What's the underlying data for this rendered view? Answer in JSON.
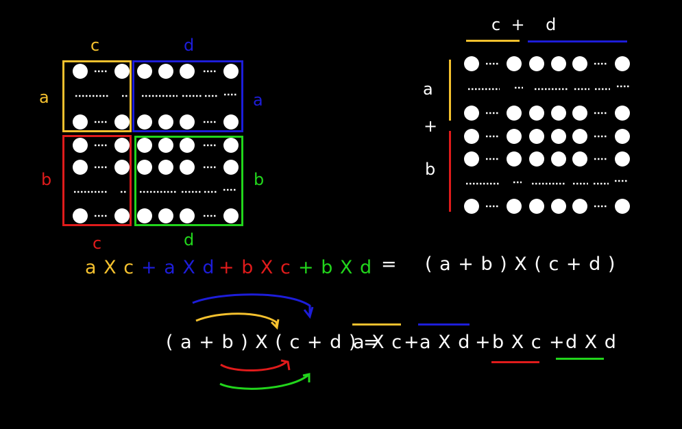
{
  "colors": {
    "yellow": "#f5c12e",
    "blue": "#1d1dd9",
    "red": "#e01b1b",
    "green": "#22d51c",
    "white": "#ffffff",
    "background": "#000000"
  },
  "grid_labels": {
    "top_c": "c",
    "top_d": "d",
    "left_a": "a",
    "left_b": "b",
    "right_a": "a",
    "right_b": "b",
    "bottom_c": "c",
    "bottom_d": "d"
  },
  "array_labels": {
    "c_plus_d": "c  +    d",
    "a": "a",
    "plus": "+",
    "b": "b"
  },
  "equation1": {
    "term_ac": "a X c",
    "term_ad": "+ a X d",
    "term_bc": "+ b X c",
    "term_bd": "+ b X d",
    "equals": "=",
    "rhs": "( a + b ) X ( c + d )"
  },
  "equation2": {
    "lhs": "( a + b ) X ( c + d ) =",
    "t1": "a X c",
    "p1": "+",
    "t2": "a X d",
    "p2": "+",
    "t3": "b X c",
    "p3": "+",
    "t4": "d X d"
  },
  "icons": [
    "dot-icon",
    "ellipsis-icon",
    "curved-arrow-icon"
  ]
}
